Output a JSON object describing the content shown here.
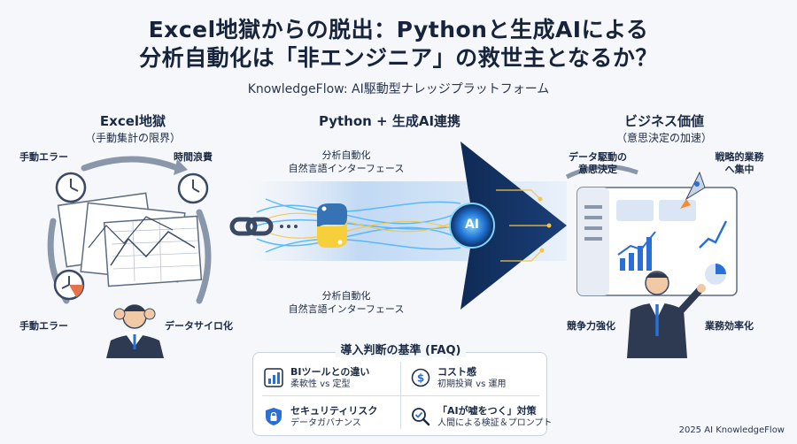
{
  "title": {
    "line1": "Excel地獄からの脱出：Pythonと生成AIによる",
    "line2": "分析自動化は「非エンジニア」の救世主となるか？",
    "subtitle": "KnowledgeFlow: AI駆動型ナレッジプラットフォーム"
  },
  "left": {
    "heading": "Excel地獄",
    "subheading": "（手動集計の限界）",
    "labels": {
      "top_left": "手動エラー",
      "top_right": "時間浪費",
      "bottom_left": "手動エラー",
      "bottom_right": "データサイロ化"
    }
  },
  "center": {
    "heading": "Python + 生成AI連携",
    "label_top_line1": "分析自動化",
    "label_top_line2": "自然言語インターフェース",
    "label_bottom_line1": "分析自動化",
    "label_bottom_line2": "自然言語インターフェース",
    "ai_badge": "AI"
  },
  "right": {
    "heading": "ビジネス価値",
    "subheading": "（意思決定の加速）",
    "labels": {
      "top_left_line1": "データ駆動の",
      "top_left_line2": "意思決定",
      "top_right_line1": "戦略的業務",
      "top_right_line2": "へ集中",
      "bottom_left": "競争力強化",
      "bottom_right": "業務効率化"
    }
  },
  "faq": {
    "title": "導入判断の基準 (FAQ)",
    "items": [
      {
        "main": "BIツールとの違い",
        "sub": "柔軟性 vs 定型",
        "icon": "bar-chart-icon"
      },
      {
        "main": "コスト感",
        "sub": "初期投資 vs 運用",
        "icon": "dollar-icon"
      },
      {
        "main": "セキュリティリスク",
        "sub": "データガバナンス",
        "icon": "shield-lock-icon"
      },
      {
        "main": "「AIが嘘をつく」対策",
        "sub": "人間による検証＆プロンプト",
        "icon": "magnifier-check-icon"
      }
    ]
  },
  "credit": "2025 AI KnowledgeFlow",
  "colors": {
    "navy": "#1b2a44",
    "blue": "#2a6fd6",
    "glow": "#4db4ff",
    "gold": "#f5c542",
    "background": "#f5f7fa"
  }
}
